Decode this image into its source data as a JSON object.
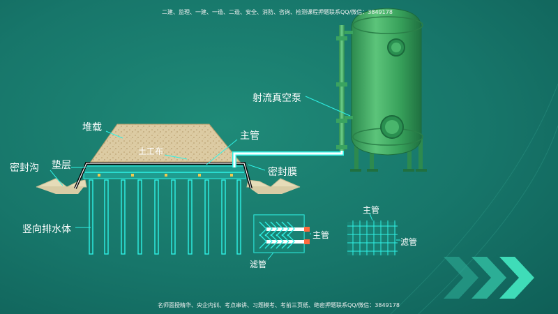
{
  "header_text": "二建、监理、一建、一造、二造、安全、消防、咨询、检测课程押题联系QQ/微信：3849178",
  "footer_text": "名师面授精华、央企内训、考点串讲、习题模考、考前三页纸、绝密押题联系QQ/微信：3849178",
  "labels": {
    "surcharge": "堆载",
    "main_pipe_top": "主管",
    "geotextile": "土工布",
    "seal_ditch": "密封沟",
    "cushion": "垫层",
    "seal_membrane": "密封膜",
    "vertical_drain": "竖向排水体",
    "jet_pump": "射流真空泵",
    "main_pipe_mid": "主管",
    "filter_pipe_mid": "滤管",
    "main_pipe_right": "主管",
    "filter_pipe_right": "滤管"
  },
  "colors": {
    "background": "#17766a",
    "cyan_line": "#2ff2e6",
    "tank_green": "#3aa360",
    "sand": "#d9c9a0",
    "leader_line": "#2ff2e6"
  },
  "icons": [
    "chevron-right-icon",
    "chevron-right-icon",
    "chevron-right-icon"
  ]
}
